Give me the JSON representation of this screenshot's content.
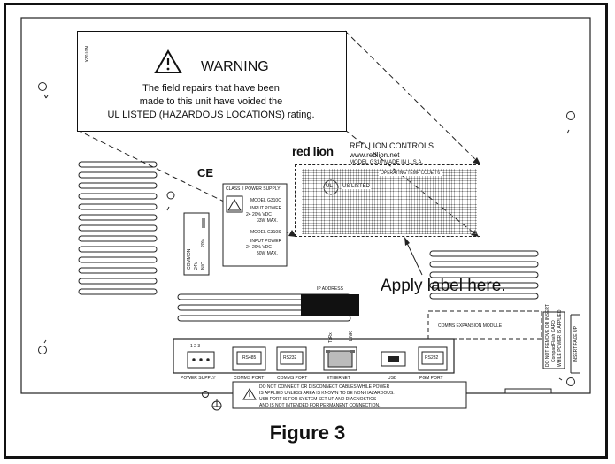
{
  "figure": {
    "caption": "Figure 3"
  },
  "warning": {
    "title": "WARNING",
    "line1": "The field repairs that have been",
    "line2": "made to this unit have voided the",
    "line3": "UL LISTED (HAZARDOUS LOCATIONS) rating.",
    "side_code": "N0T02X"
  },
  "manufacturer": {
    "logo": "red lion",
    "name": "RED LION CONTROLS",
    "url": "www.redlion.net",
    "model_line": "MODEL G310   MADE IN U.S.A."
  },
  "label_area": {
    "callout": "Apply label here.",
    "ul_mark": "UL",
    "ul_text": "US LISTED",
    "temp_line": "OPERATING TEMP CODE T6"
  },
  "marks": {
    "ce": "CE"
  },
  "power_supply_label": {
    "title": "CLASS II POWER SUPPLY",
    "model_a": "MODEL G310C",
    "input_a": "INPUT POWER",
    "spec_a1": "24   20% VDC",
    "spec_a2": "33W MAX.",
    "model_b": "MODEL G310S",
    "input_b": "INPUT POWER",
    "spec_b1": "24   20% VDC",
    "spec_b2": "50W MAX."
  },
  "terminal_block": {
    "common": "COMMON",
    "v24": "24V",
    "nc": "N/C",
    "pct": "20%"
  },
  "ip_address": {
    "label": "IP ADDRESS"
  },
  "comms_module": {
    "label": "COMMS EXPANSION MODULE"
  },
  "ports": {
    "power_pins": "1  2  3",
    "power_supply": "POWER SUPPLY",
    "rs485": "RS485",
    "comms_port_1": "COMMS PORT",
    "rs232_a": "RS232",
    "comms_port_2": "COMMS PORT",
    "txrx": "TxRx",
    "link": "LINK",
    "ethernet": "ETHERNET",
    "usb": "USB",
    "rs232_b": "RS232",
    "pgm_port": "PGM PORT"
  },
  "cable_warning": {
    "line1": "DO NOT CONNECT OR DISCONNECT CABLES WHILE POWER",
    "line2": "IS APPLIED UNLESS AREA IS KNOWN TO BE NON-HAZARDOUS.",
    "line3": "USB PORT IS FOR SYSTEM SET-UP AND DIAGNOSTICS",
    "line4": "AND IS NOT INTENDED FOR PERMANENT CONNECTION."
  },
  "compact_flash": {
    "line1": "DO NOT REMOVE OR INSERT",
    "line2": "CompactFlash CARD",
    "line3": "WHILE POWER IS APPLIED",
    "insert": "INSERT FACE UP"
  }
}
